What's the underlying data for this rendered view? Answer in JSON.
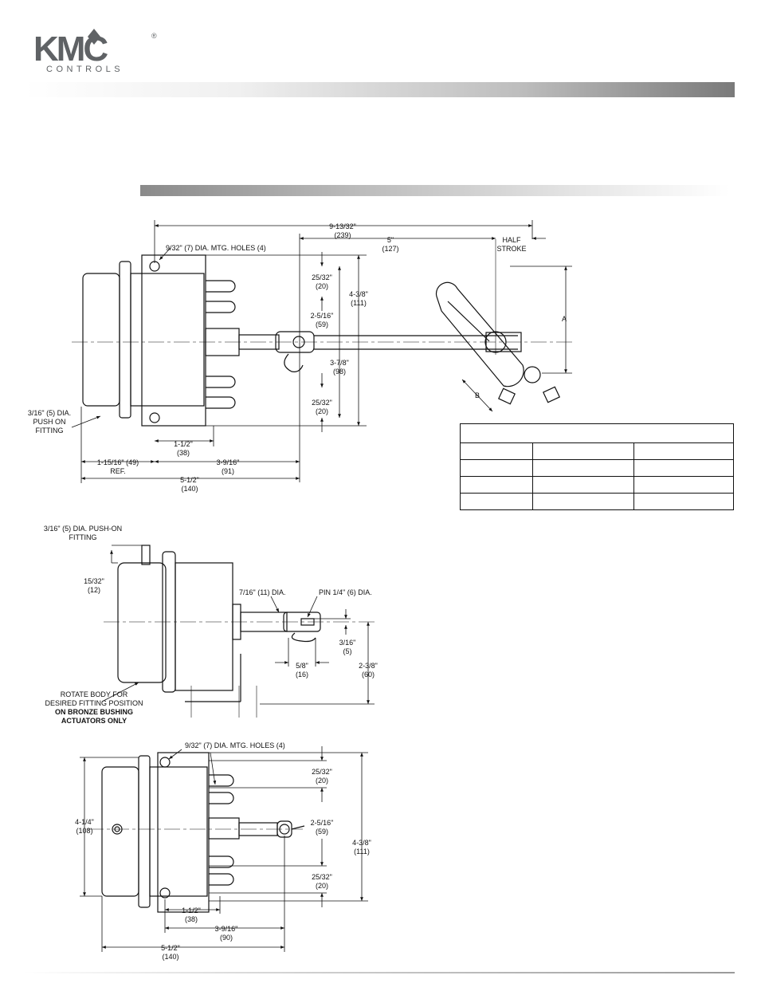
{
  "brand": {
    "logo_text": "KMC",
    "registered": "®",
    "tagline": "CONTROLS"
  },
  "colors": {
    "logo_gray": "#5f6265",
    "bar_dark": "#7a7a7a",
    "line": "#111111"
  },
  "table": {
    "header": "",
    "columns": [
      "",
      "",
      ""
    ],
    "rows": [
      [
        "",
        "",
        ""
      ],
      [
        "",
        "",
        ""
      ],
      [
        "",
        "",
        ""
      ]
    ]
  },
  "view1": {
    "overall_length": "9-13/32\"",
    "overall_length_mm": "(239)",
    "mtg_holes": "9/32\" (7) DIA. MTG. HOLES (4)",
    "stroke_len": "5\"",
    "stroke_len_mm": "(127)",
    "half_stroke_1": "HALF",
    "half_stroke_2": "STROKE",
    "top_offset": "25/32\"",
    "top_offset_mm": "(20)",
    "height": "4-3/8\"",
    "height_mm": "(111)",
    "center": "2-5/16\"",
    "center_mm": "(59)",
    "mid": "3-7/8\"",
    "mid_mm": "(98)",
    "bot_offset": "25/32\"",
    "bot_offset_mm": "(20)",
    "label_a": "A",
    "label_b": "B",
    "fitting_1": "3/16\" (5) DIA.",
    "fitting_2": "PUSH ON",
    "fitting_3": "FITTING",
    "base1": "1-1/2\"",
    "base1_mm": "(38)",
    "ref": "1-15/16\" (49)",
    "ref_label": "REF.",
    "base2": "3-9/16\"",
    "base2_mm": "(91)",
    "total": "5-1/2\"",
    "total_mm": "(140)"
  },
  "view2": {
    "fitting_1": "3/16\" (5) DIA. PUSH-ON",
    "fitting_2": "FITTING",
    "top": "15/32\"",
    "top_mm": "(12)",
    "shaft": "7/16\" (11) DIA.",
    "pin": "PIN 1/4\" (6) DIA.",
    "pin_off": "3/16\"",
    "pin_off_mm": "(5)",
    "clevis": "5/8\"",
    "clevis_mm": "(16)",
    "height": "2-3/8\"",
    "height_mm": "(60)",
    "note_1": "ROTATE BODY FOR",
    "note_2": "DESIRED FITTING POSITION",
    "note_3": "ON BRONZE BUSHING",
    "note_4": "ACTUATORS ONLY"
  },
  "view3": {
    "mtg_holes": "9/32\" (7) DIA. MTG. HOLES (4)",
    "top_offset": "25/32\"",
    "top_offset_mm": "(20)",
    "body_h": "4-1/4\"",
    "body_h_mm": "(108)",
    "center": "2-5/16\"",
    "center_mm": "(59)",
    "height": "4-3/8\"",
    "height_mm": "(111)",
    "bot_offset": "25/32\"",
    "bot_offset_mm": "(20)",
    "base1": "1-1/2\"",
    "base1_mm": "(38)",
    "base2": "3-9/16\"",
    "base2_mm": "(90)",
    "total": "5-1/2\"",
    "total_mm": "(140)"
  }
}
